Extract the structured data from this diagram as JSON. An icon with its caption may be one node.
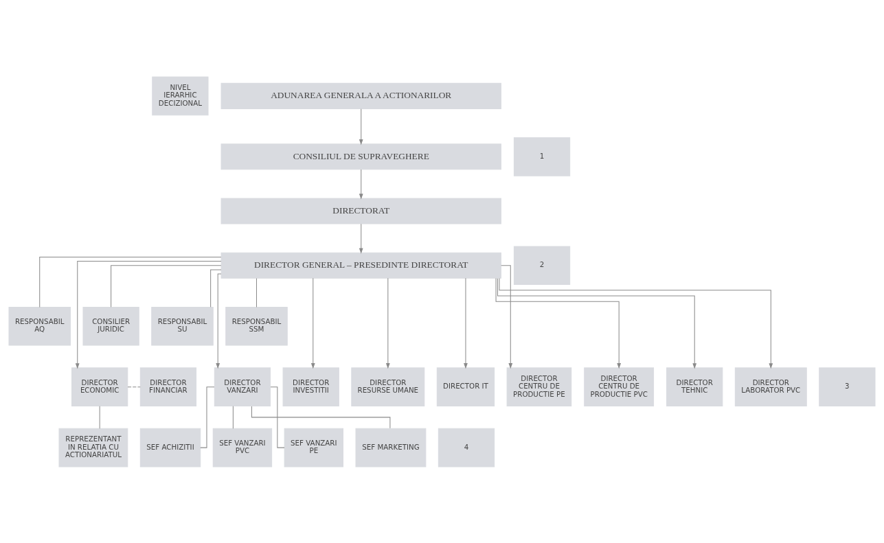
{
  "diagram": {
    "nodes": [
      {
        "text": [
          "NIVEL IERARHIC DECIZIONAL"
        ]
      },
      {
        "text": [
          "ADUNAREA GENERALA A ACTIONARILOR"
        ]
      },
      {
        "text": [
          "1"
        ]
      },
      {
        "text": [
          "CONSILIUL DE SUPRAVEGHERE"
        ]
      },
      {
        "text": [
          "DIRECTORAT"
        ]
      },
      {
        "text": [
          "2"
        ]
      },
      {
        "text": [
          "DIRECTOR GENERAL – PRESEDINTE DIRECTORAT"
        ]
      },
      {
        "text": [
          "RESPONSABIL AQ"
        ]
      },
      {
        "text": [
          "CONSILIER JURIDIC"
        ]
      },
      {
        "text": [
          "RESPONSABIL SU"
        ]
      },
      {
        "text": [
          "RESPONSABIL SSM"
        ]
      },
      {
        "text": [
          "3"
        ]
      },
      {
        "text": [
          "DIRECTOR ECONOMIC"
        ]
      },
      {
        "text": [
          "DIRECTOR FINANCIAR"
        ]
      },
      {
        "text": [
          "DIRECTOR VANZARI"
        ]
      },
      {
        "text": [
          "DIRECTOR INVESTITII"
        ]
      },
      {
        "text": [
          "DIRECTOR RESURSE UMANE"
        ]
      },
      {
        "text": [
          "DIRECTOR IT"
        ]
      },
      {
        "text": [
          "DIRECTOR CENTRU DE PRODUCTIE PE"
        ]
      },
      {
        "text": [
          "DIRECTOR CENTRU DE PRODUCTIE PVC"
        ]
      },
      {
        "text": [
          "DIRECTOR TEHNIC"
        ]
      },
      {
        "text": [
          "DIRECTOR LABORATOR PVC"
        ]
      },
      {
        "text": [
          "4"
        ]
      },
      {
        "text": [
          "REPREZENTANT IN RELATIA CU ACTIONARIATUL"
        ]
      },
      {
        "text": [
          "SEF ACHIZITII"
        ]
      },
      {
        "text": [
          "SEF VANZARI PVC"
        ]
      },
      {
        "text": [
          "SEF VANZARI PE"
        ]
      },
      {
        "text": [
          "SEF MARKETING"
        ]
      }
    ],
    "edges": [
      {
        "from": 1,
        "to": 3,
        "arrow": "to"
      },
      {
        "from": 3,
        "to": 4,
        "arrow": "to"
      },
      {
        "from": 4,
        "to": 6,
        "arrow": "to"
      },
      {
        "from": 6,
        "to": 7,
        "arrow": "none"
      },
      {
        "from": 6,
        "to": 8,
        "arrow": "none"
      },
      {
        "from": 6,
        "to": 9,
        "arrow": "none"
      },
      {
        "from": 6,
        "to": 10,
        "arrow": "none"
      },
      {
        "from": 6,
        "to": 12,
        "arrow": "to"
      },
      {
        "from": 6,
        "to": 14,
        "arrow": "to"
      },
      {
        "from": 6,
        "to": 15,
        "arrow": "to"
      },
      {
        "from": 6,
        "to": 16,
        "arrow": "to"
      },
      {
        "from": 6,
        "to": 17,
        "arrow": "to"
      },
      {
        "from": 6,
        "to": 18,
        "arrow": "to"
      },
      {
        "from": 6,
        "to": 19,
        "arrow": "to"
      },
      {
        "from": 6,
        "to": 20,
        "arrow": "to"
      },
      {
        "from": 6,
        "to": 21,
        "arrow": "to"
      },
      {
        "from": 12,
        "to": 13,
        "arrow": "none",
        "style": "dashed"
      },
      {
        "from": 12,
        "to": 23,
        "arrow": "none"
      },
      {
        "from": 14,
        "to": 24,
        "arrow": "none"
      },
      {
        "from": 14,
        "to": 25,
        "arrow": "none"
      },
      {
        "from": 14,
        "to": 26,
        "arrow": "none"
      },
      {
        "from": 14,
        "to": 27,
        "arrow": "none"
      }
    ]
  }
}
